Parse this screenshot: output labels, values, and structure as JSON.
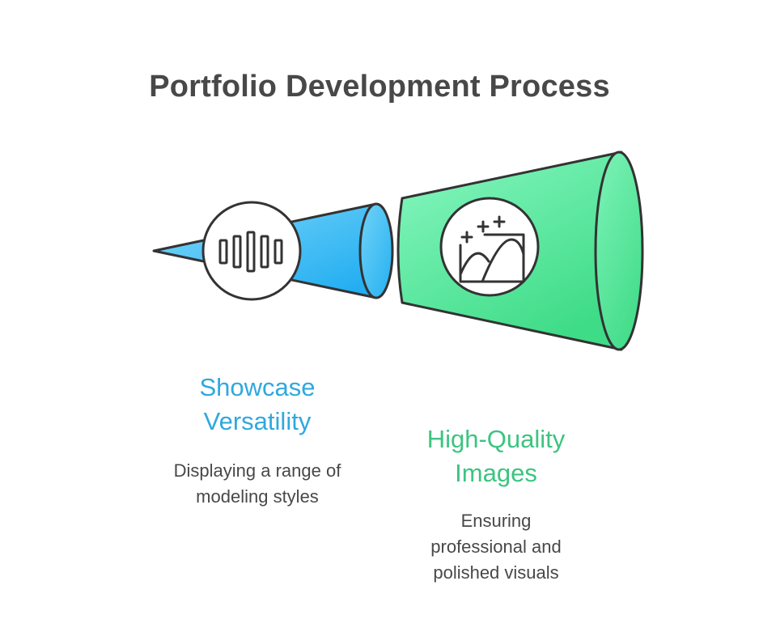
{
  "title": "Portfolio Development Process",
  "colors": {
    "title": "#484848",
    "stroke": "#333333",
    "blue_light": "#6ccff6",
    "blue_dark": "#1eaef0",
    "green_light": "#7ef5b9",
    "green_dark": "#43de8a",
    "blue_text": "#2fa8df",
    "green_text": "#3cc480",
    "body_text": "#484848"
  },
  "stages": [
    {
      "title_lines": [
        "Showcase",
        "Versatility"
      ],
      "desc_lines": [
        "Displaying a range of",
        "modeling styles"
      ],
      "icon": "bar-levels-icon"
    },
    {
      "title_lines": [
        "High-Quality",
        "Images"
      ],
      "desc_lines": [
        "Ensuring",
        "professional and",
        "polished visuals"
      ],
      "icon": "image-sparkle-icon"
    }
  ]
}
